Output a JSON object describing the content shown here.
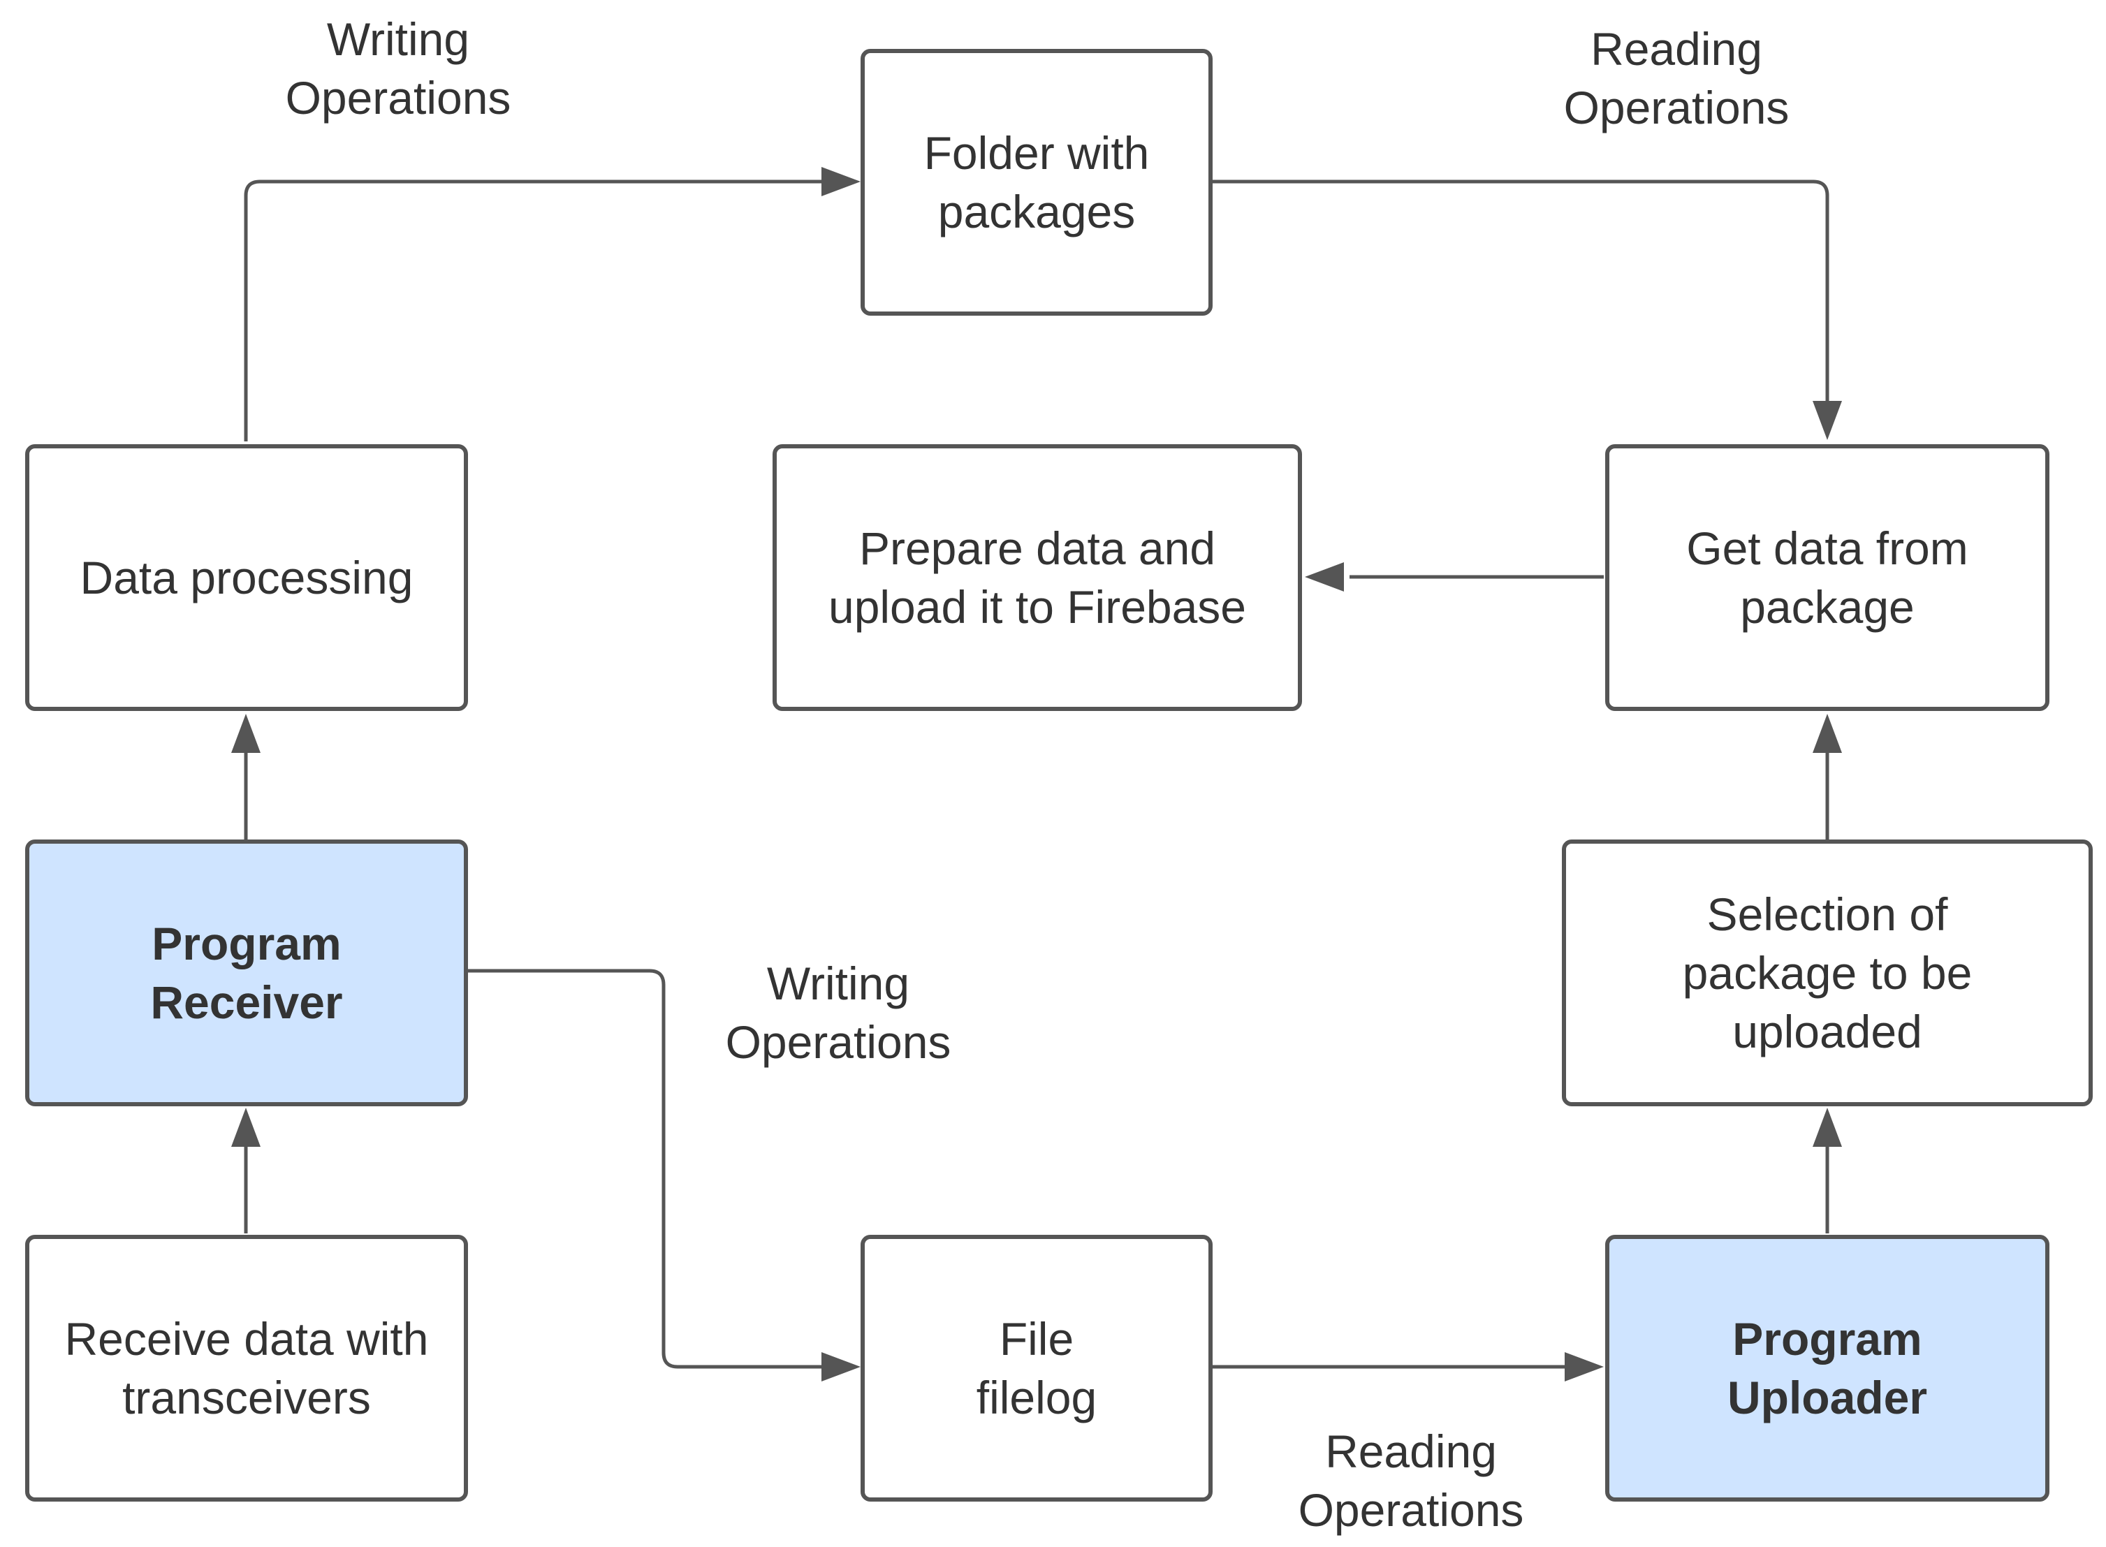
{
  "colors": {
    "highlight_fill": "#cfe4ff",
    "box_fill": "#ffffff",
    "stroke": "#555555",
    "text": "#333333"
  },
  "nodes": {
    "folder": {
      "line1": "Folder with",
      "line2": "packages"
    },
    "data_processing": {
      "line1": "Data processing"
    },
    "prepare_upload": {
      "line1": "Prepare data and",
      "line2": "upload it to Firebase"
    },
    "get_data": {
      "line1": "Get data from",
      "line2": "package"
    },
    "program_receiver": {
      "line1": "Program",
      "line2": "Receiver"
    },
    "selection": {
      "line1": "Selection of",
      "line2": "package to be",
      "line3": "uploaded"
    },
    "receive_data": {
      "line1": "Receive data with",
      "line2": "transceivers"
    },
    "file_filelog": {
      "line1": "File",
      "line2": "filelog"
    },
    "program_uploader": {
      "line1": "Program",
      "line2": "Uploader"
    }
  },
  "edge_labels": {
    "writing_top": {
      "line1": "Writing",
      "line2": "Operations"
    },
    "reading_top": {
      "line1": "Reading",
      "line2": "Operations"
    },
    "writing_mid": {
      "line1": "Writing",
      "line2": "Operations"
    },
    "reading_bottom": {
      "line1": "Reading",
      "line2": "Operations"
    }
  }
}
